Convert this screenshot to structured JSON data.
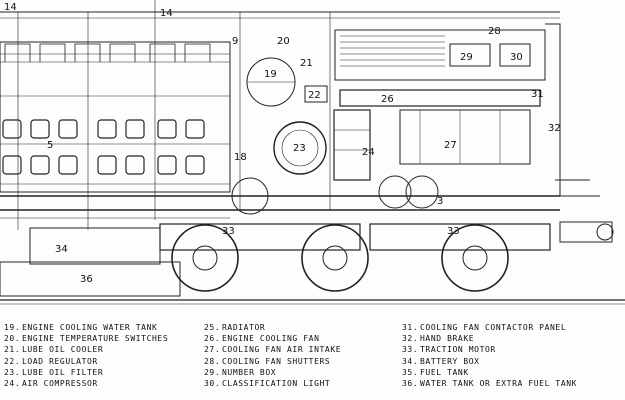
{
  "callouts": [
    {
      "id": "c14a",
      "text": "14"
    },
    {
      "id": "c14b",
      "text": "14"
    },
    {
      "id": "c9",
      "text": "9"
    },
    {
      "id": "c20",
      "text": "20"
    },
    {
      "id": "c21",
      "text": "21"
    },
    {
      "id": "c19",
      "text": "19"
    },
    {
      "id": "c22",
      "text": "22"
    },
    {
      "id": "c23",
      "text": "23"
    },
    {
      "id": "c24",
      "text": "24"
    },
    {
      "id": "c18",
      "text": "18"
    },
    {
      "id": "c5",
      "text": "5"
    },
    {
      "id": "c28",
      "text": "28"
    },
    {
      "id": "c29",
      "text": "29"
    },
    {
      "id": "c30",
      "text": "30"
    },
    {
      "id": "c26",
      "text": "26"
    },
    {
      "id": "c31",
      "text": "31"
    },
    {
      "id": "c32",
      "text": "32"
    },
    {
      "id": "c27",
      "text": "27"
    },
    {
      "id": "c3",
      "text": "3"
    },
    {
      "id": "c33a",
      "text": "33"
    },
    {
      "id": "c33b",
      "text": "33"
    },
    {
      "id": "c34",
      "text": "34"
    },
    {
      "id": "c36",
      "text": "36"
    }
  ],
  "legend": {
    "col1": [
      {
        "num": "19.",
        "label": "ENGINE COOLING WATER TANK"
      },
      {
        "num": "20.",
        "label": "ENGINE TEMPERATURE SWITCHES"
      },
      {
        "num": "21.",
        "label": "LUBE OIL COOLER"
      },
      {
        "num": "22.",
        "label": "LOAD REGULATOR"
      },
      {
        "num": "23.",
        "label": "LUBE OIL FILTER"
      },
      {
        "num": "24.",
        "label": "AIR COMPRESSOR"
      }
    ],
    "col2": [
      {
        "num": "25.",
        "label": "RADIATOR"
      },
      {
        "num": "26.",
        "label": "ENGINE COOLING FAN"
      },
      {
        "num": "27.",
        "label": "COOLING FAN AIR INTAKE"
      },
      {
        "num": "28.",
        "label": "COOLING FAN SHUTTERS"
      },
      {
        "num": "29.",
        "label": "NUMBER BOX"
      },
      {
        "num": "30.",
        "label": "CLASSIFICATION LIGHT"
      }
    ],
    "col3": [
      {
        "num": "31.",
        "label": "COOLING FAN CONTACTOR PANEL"
      },
      {
        "num": "32.",
        "label": "HAND BRAKE"
      },
      {
        "num": "33.",
        "label": "TRACTION MOTOR"
      },
      {
        "num": "34.",
        "label": "BATTERY BOX"
      },
      {
        "num": "35.",
        "label": "FUEL TANK"
      },
      {
        "num": "36.",
        "label": "WATER TANK OR EXTRA FUEL TANK"
      }
    ]
  }
}
